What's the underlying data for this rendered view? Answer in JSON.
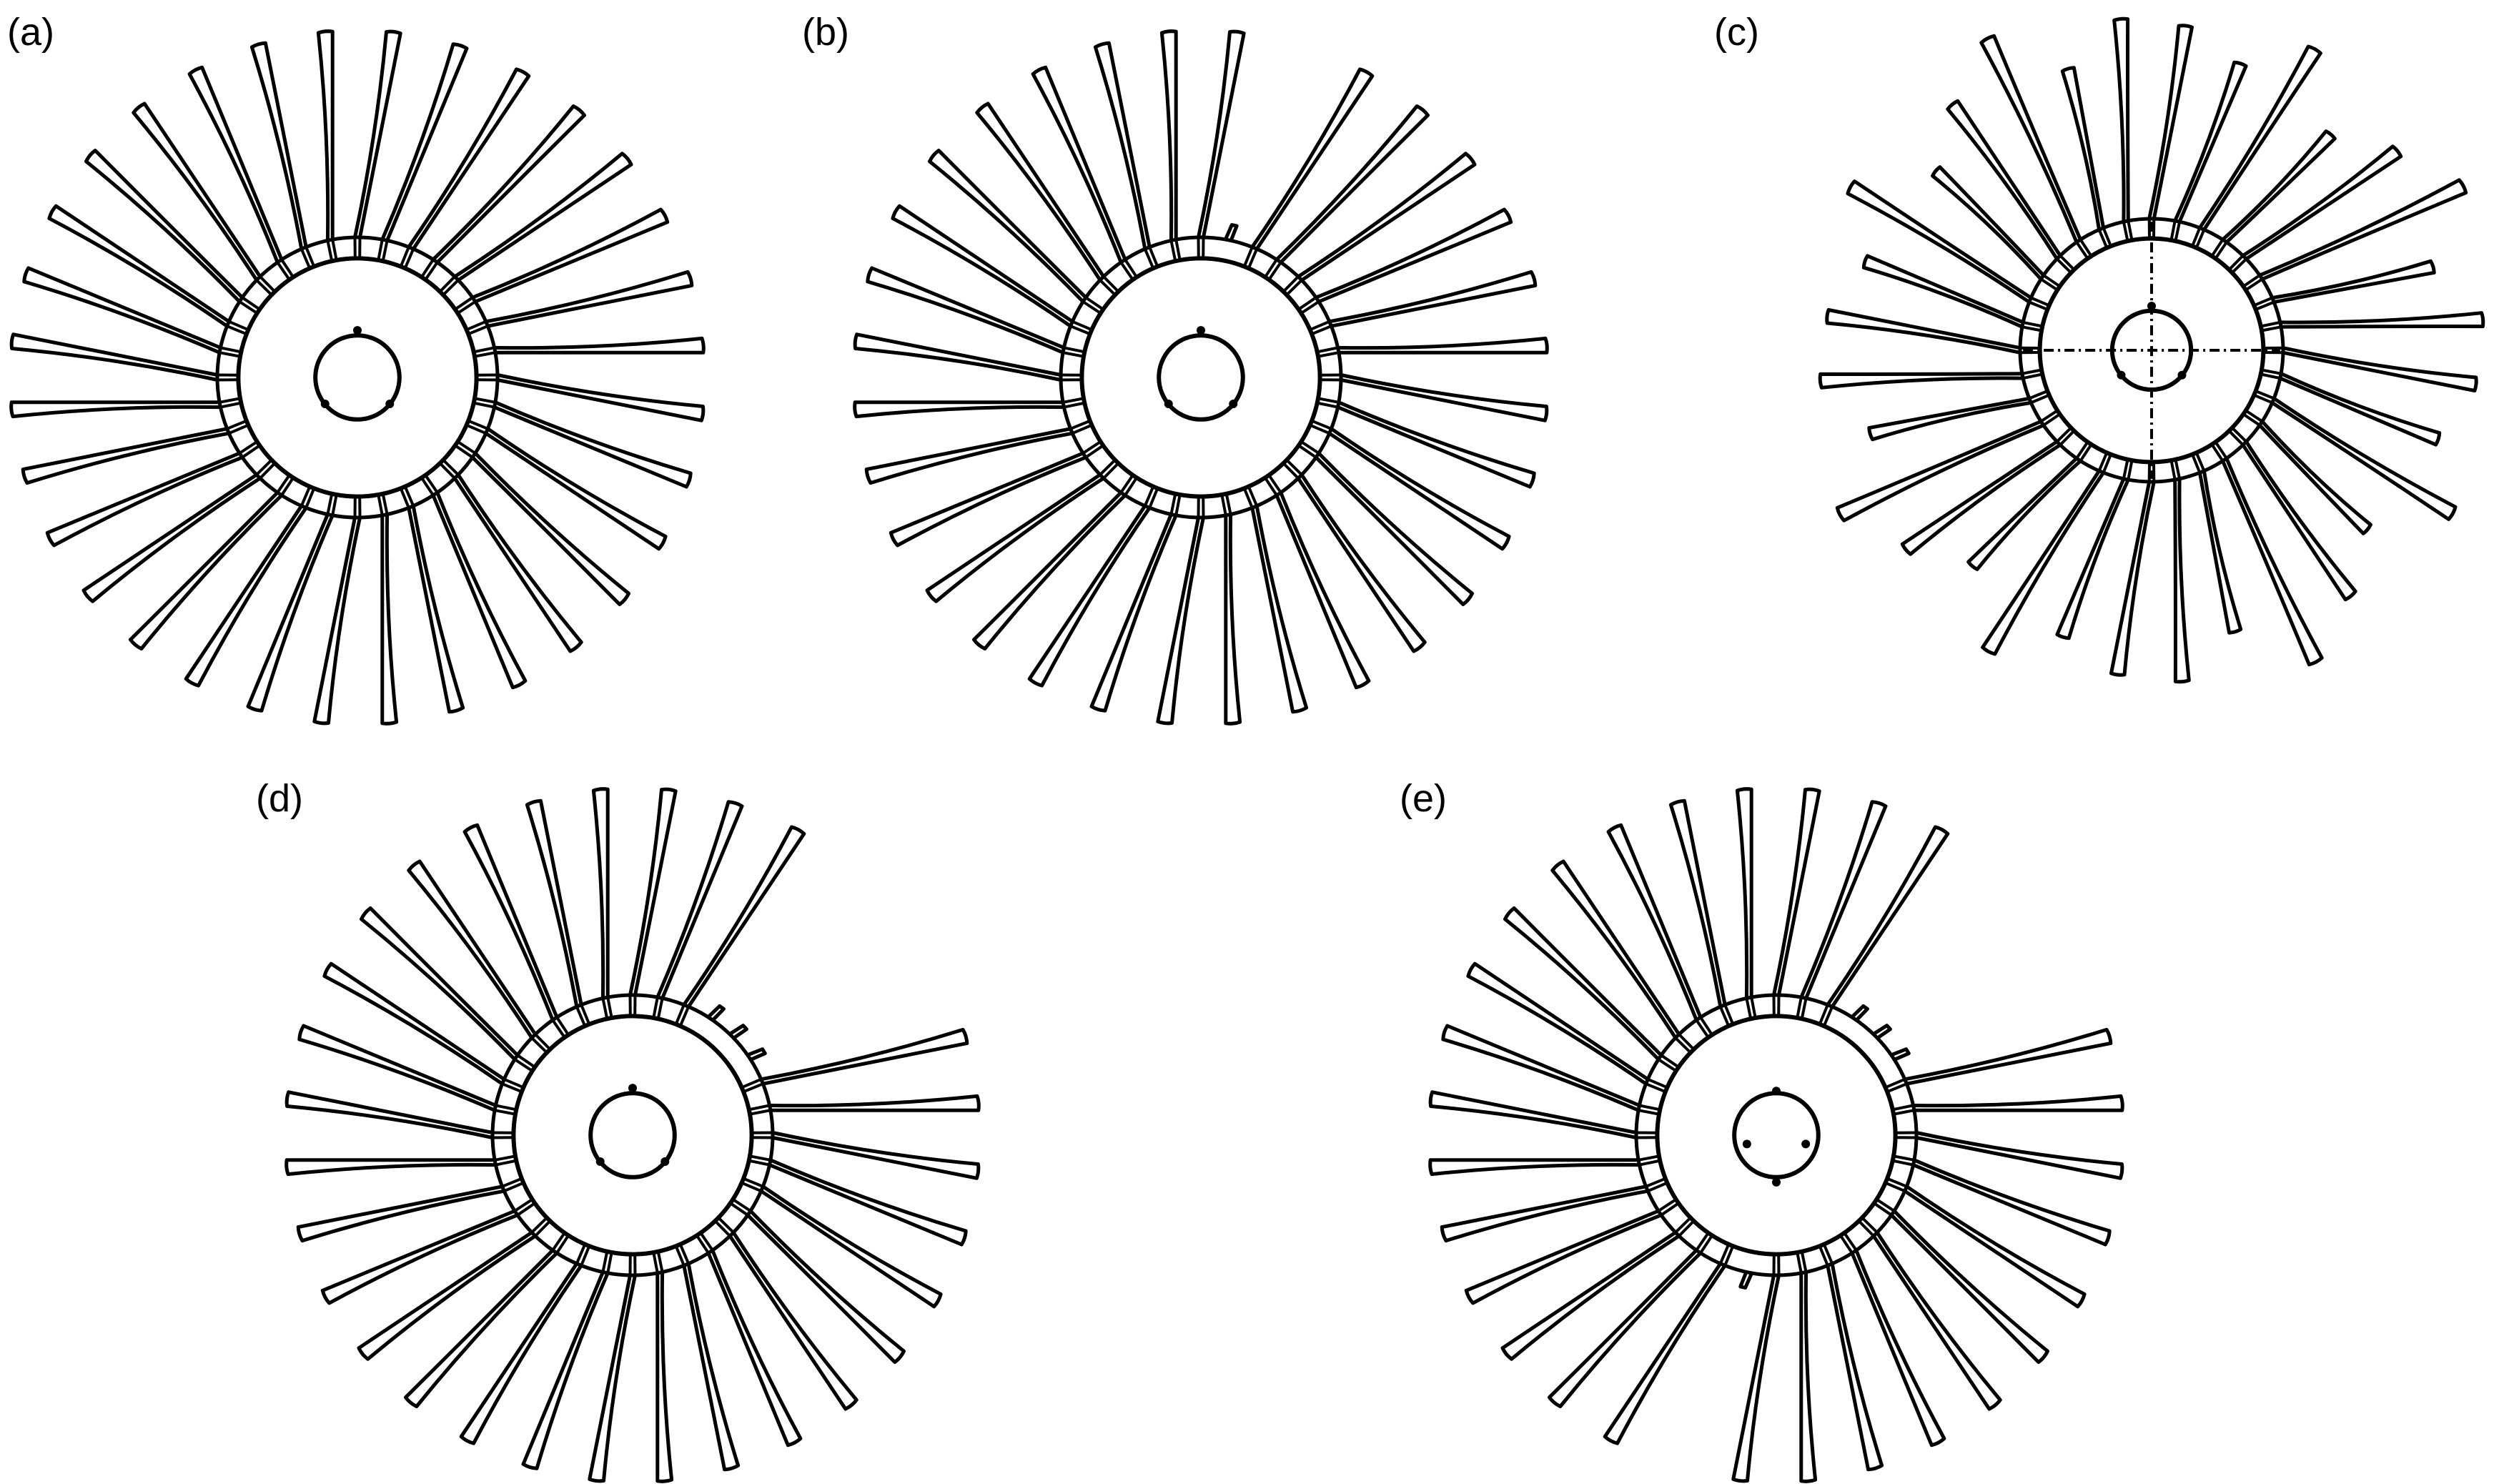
{
  "figure": {
    "panels": [
      {
        "id": "a",
        "label": "(a)",
        "blade_count": 32,
        "removed_blades": [],
        "hub_marks": "three-dots",
        "crosshair": false
      },
      {
        "id": "b",
        "label": "(b)",
        "blade_count": 32,
        "removed_blades": [
          1
        ],
        "hub_marks": "three-dots",
        "crosshair": false
      },
      {
        "id": "c",
        "label": "(c)",
        "blade_count": 32,
        "removed_blades": [],
        "hub_marks": "three-dots",
        "crosshair": true,
        "irregular": true
      },
      {
        "id": "d",
        "label": "(d)",
        "blade_count": 32,
        "removed_blades": [
          3,
          4,
          5
        ],
        "hub_marks": "three-dots",
        "crosshair": false
      },
      {
        "id": "e",
        "label": "(e)",
        "blade_count": 32,
        "removed_blades": [
          3,
          4,
          5,
          17
        ],
        "hub_marks": "four-dots",
        "crosshair": false
      }
    ],
    "colors": {
      "stroke": "#000000",
      "background": "#ffffff",
      "faint": "#d8d8d8"
    }
  }
}
